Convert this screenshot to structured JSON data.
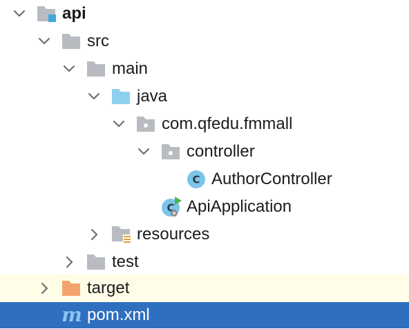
{
  "tree": {
    "items": [
      {
        "label": "api"
      },
      {
        "label": "src"
      },
      {
        "label": "main"
      },
      {
        "label": "java"
      },
      {
        "label": "com.qfedu.fmmall"
      },
      {
        "label": "controller"
      },
      {
        "label": "AuthorController"
      },
      {
        "label": "ApiApplication"
      },
      {
        "label": "resources"
      },
      {
        "label": "test"
      },
      {
        "label": "target"
      },
      {
        "label": "pom.xml"
      }
    ]
  },
  "icons": {
    "module": "module-folder-icon",
    "folder": "folder-icon",
    "source_root": "source-root-folder-icon",
    "package": "package-icon",
    "class": "class-icon",
    "spring_boot_app": "spring-boot-class-icon",
    "resources": "resources-folder-icon",
    "excluded": "excluded-folder-icon",
    "maven": "maven-icon"
  },
  "colors": {
    "selection": "#2F6FBF",
    "target_highlight": "#FFFDE7",
    "folder_gray": "#B8BCC0",
    "source_blue": "#8FD0EE",
    "excluded_orange": "#F4A36C",
    "class_blue": "#7CC4E8",
    "run_green": "#4CB050"
  }
}
